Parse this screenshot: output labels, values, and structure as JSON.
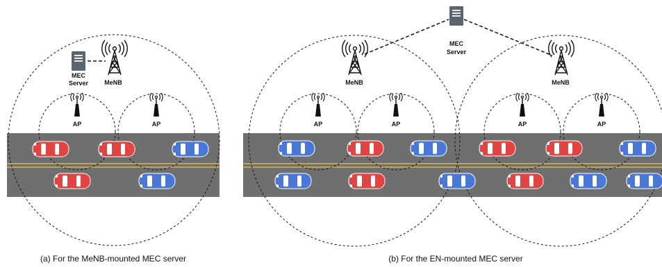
{
  "panel_a": {
    "caption": "(a) For the MeNB-mounted MEC server",
    "menb_label": "MeNB",
    "server_label_line1": "MEC",
    "server_label_line2": "Server",
    "ap_labels": [
      "AP",
      "AP"
    ],
    "cars_top_lane": [
      "red",
      "red",
      "blue"
    ],
    "cars_bottom_lane": [
      "red",
      "blue"
    ]
  },
  "panel_b": {
    "caption": "(b) For the EN-mounted MEC server",
    "menb_labels": [
      "MeNB",
      "MeNB"
    ],
    "server_label_line1": "MEC",
    "server_label_line2": "Server",
    "ap_labels": [
      "AP",
      "AP",
      "AP",
      "AP"
    ],
    "cars_top_lane": [
      "blue",
      "red",
      "blue",
      "red",
      "red",
      "blue"
    ],
    "cars_bottom_lane": [
      "blue",
      "red",
      "blue",
      "red",
      "blue",
      "blue"
    ]
  },
  "colors": {
    "road": "#6f6f6f",
    "lane_line": "#d9b45a",
    "car_red": "#e24444",
    "car_blue": "#4a78d8",
    "server": "#5d6470"
  },
  "icons": {
    "tower": "cell-tower-icon",
    "ap": "access-point-icon",
    "server": "server-icon",
    "car": "car-icon"
  }
}
